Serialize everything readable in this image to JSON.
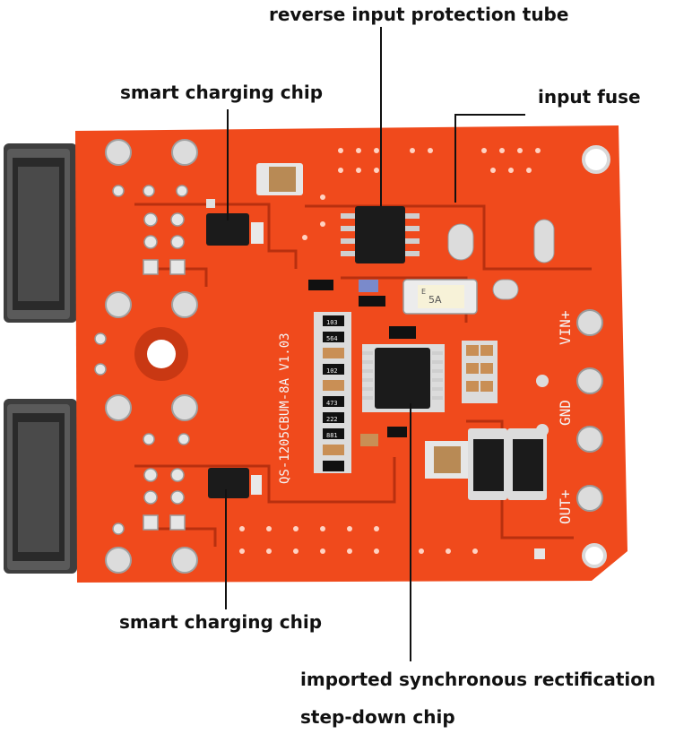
{
  "annotations": {
    "reverse_protection": "reverse input protection tube",
    "input_fuse": "input fuse",
    "charging_chip_top": "smart charging chip",
    "charging_chip_bottom": "smart charging chip",
    "stepdown_line1": "imported synchronous rectification",
    "stepdown_line2": "step-down chip"
  },
  "board": {
    "model_text": "QS-1205CBUM-8A V1.03",
    "pin_vin": "VIN+",
    "pin_gnd": "GND",
    "pin_out": "OUT+",
    "fuse_label": "5A",
    "fuse_mark": "E",
    "resistor_codes": [
      "103",
      "564",
      "102",
      "473",
      "222",
      "881"
    ],
    "colors": {
      "pcb": "#f04a1c",
      "pad": "#d9d9d9",
      "chip": "#1b1b1b",
      "connector": "#555555"
    }
  }
}
